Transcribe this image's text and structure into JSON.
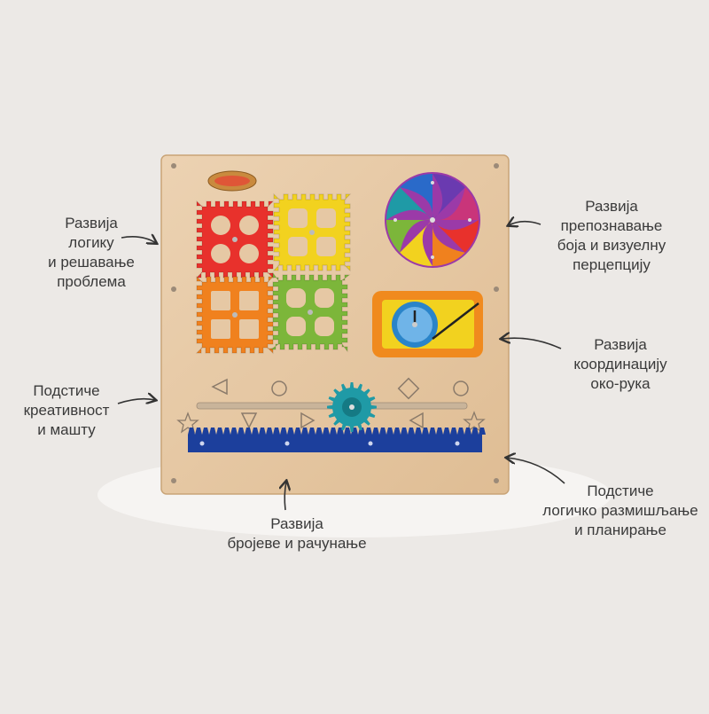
{
  "captions": {
    "logic": [
      "Развија",
      "логику",
      "и решавање",
      "проблема"
    ],
    "colors": [
      "Развија",
      "препознавање",
      "боја и визуелну",
      "перцепцију"
    ],
    "coordination": [
      "Развија",
      "координацију",
      "око-рука"
    ],
    "creativity": [
      "Подстиче",
      "креативност",
      "и машту"
    ],
    "planning": [
      "Подстиче",
      "логичко размишљање",
      "и планирање"
    ],
    "numbers": [
      "Развија",
      "бројеве и рачунање"
    ]
  },
  "colors": {
    "background": "#ece9e6",
    "board": "#e6c8a4",
    "gear_red": "#e8312c",
    "gear_yellow": "#f2d21f",
    "gear_orange": "#f0811e",
    "gear_green": "#7cb63a",
    "gear_teal": "#1f9aa6",
    "rack_blue": "#1c3f9c",
    "text": "#3a3a3a"
  }
}
